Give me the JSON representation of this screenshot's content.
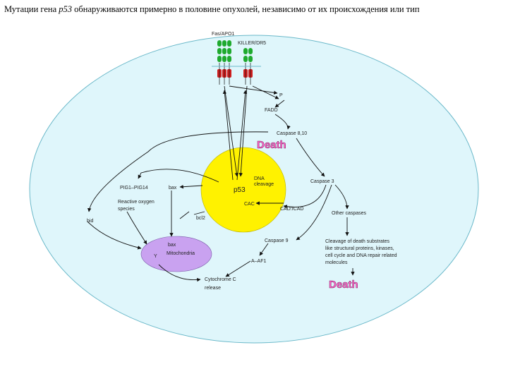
{
  "caption": {
    "part1": "Мутации гена ",
    "gene": "p53",
    "part2": " обнаруживаются примерно в половине опухолей, независимо от их происхождения или тип"
  },
  "colors": {
    "cell": "#dff6fb",
    "nucleus": "#fff200",
    "mitochondrion": "#c9a2f0",
    "receptor_green": "#1faa2e",
    "receptor_red": "#d21f1f",
    "death_text": "#ff66c8"
  },
  "diagram": {
    "receptors": {
      "fas": "Fas/APO1",
      "killer": "KILLER/DR5"
    },
    "nucleus": {
      "p53": "p53",
      "dna": "DNA",
      "cleavage": "cleavage",
      "cac": "CAC"
    },
    "labels": {
      "fadd_p": "P",
      "fadd": "FADD",
      "caspase810": "Caspase 8,10",
      "death_top": "Death",
      "caspase3": "Caspase 3",
      "pig": "PIG1–PIG14",
      "bax": "bax",
      "ros1": "Reactive oxygen",
      "ros2": "species",
      "bcl2": "bcl2",
      "bid": "bid",
      "cad": "CAD:ICAD",
      "other_caspases": "Other caspases",
      "caspase9": "Caspase 9",
      "apaf": "A–AF1",
      "cyt1": "Cytochrome C",
      "cyt2": "release",
      "mito_bax": "bax",
      "mito_name": "Mitochondria",
      "mito_y": "Y",
      "cleav1": "Cleavage of death substrates",
      "cleav2": "like structural proteins, kinases,",
      "cleav3": "cell cycle and DNA repair related",
      "cleav4": "molecules",
      "death_bottom": "Death"
    }
  }
}
